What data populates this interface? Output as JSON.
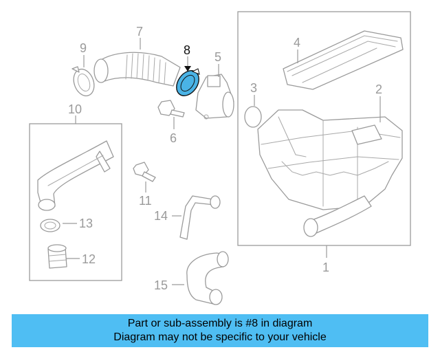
{
  "diagram": {
    "callouts": {
      "c1": "1",
      "c2": "2",
      "c3": "3",
      "c4": "4",
      "c5": "5",
      "c6": "6",
      "c7": "7",
      "c8": "8",
      "c9": "9",
      "c10": "10",
      "c11": "11",
      "c12": "12",
      "c13": "13",
      "c14": "14",
      "c15": "15"
    },
    "highlight_color": "#4ab3e6"
  },
  "banner": {
    "line1": "Part or sub-assembly is #8 in diagram",
    "line2": "Diagram may not be specific to your vehicle",
    "background": "#4fbef3"
  }
}
